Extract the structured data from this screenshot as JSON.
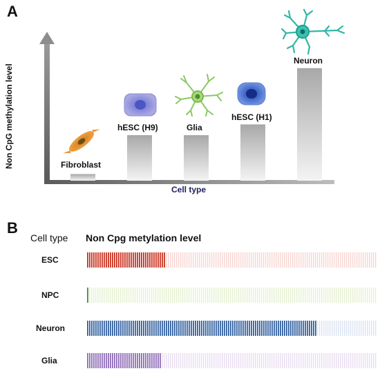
{
  "panel_a": {
    "label": "A",
    "y_axis_label": "Non CpG methylation level",
    "x_axis_label": "Cell type",
    "bars": [
      {
        "name": "Fibroblast",
        "value": 0.08
      },
      {
        "name": "hESC (H9)",
        "value": 0.55
      },
      {
        "name": "Glia",
        "value": 0.55
      },
      {
        "name": "hESC (H1)",
        "value": 0.68
      },
      {
        "name": "Neuron",
        "value": 1.36
      }
    ]
  },
  "panel_b": {
    "label": "B",
    "col_header_type": "Cell type",
    "col_header_level": "Non Cpg metylation level",
    "rows": [
      {
        "name": "ESC",
        "fraction": 0.27,
        "color": "#c8301e",
        "light": "#f6d3d0"
      },
      {
        "name": "NPC",
        "fraction": 0.01,
        "color": "#4a8a2a",
        "light": "#e4efcf"
      },
      {
        "name": "Neuron",
        "fraction": 0.79,
        "color": "#2f5f9e",
        "light": "#dae2f1"
      },
      {
        "name": "Glia",
        "fraction": 0.26,
        "color": "#8e6bb5",
        "light": "#e7dcef"
      }
    ]
  },
  "icons": {
    "fibroblast": "fibroblast-cell-icon",
    "hesc_h9": "stem-cell-icon",
    "glia": "glial-cell-icon",
    "hesc_h1": "stem-cell-icon",
    "neuron": "neuron-icon"
  }
}
